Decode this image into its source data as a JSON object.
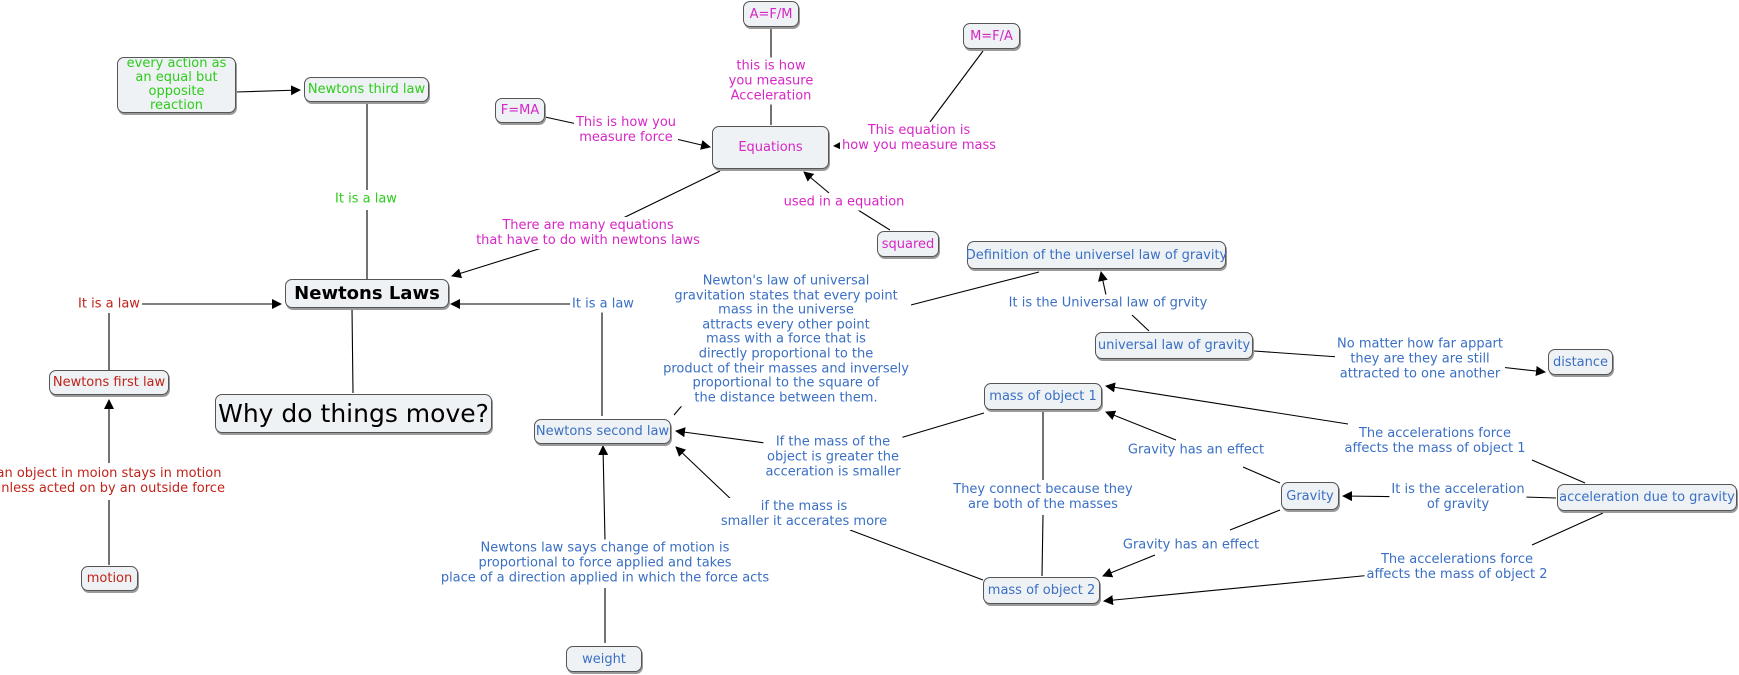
{
  "nodes": {
    "newtons_laws": "Newtons Laws",
    "why_things_move": "Why do things move?",
    "newtons_third_law": "Newtons third law",
    "every_action": "every action as\nan equal but\nopposite reaction",
    "newtons_first_law": "Newtons first law",
    "motion": "motion",
    "newtons_second_law": "Newtons second law",
    "weight": "weight",
    "equations": "Equations",
    "a_fm": "A=F/M",
    "m_fa": "M=F/A",
    "f_ma": "F=MA",
    "squared": "squared",
    "definition_gravity": "Definition of the universel law of gravity",
    "universal_gravity": "universal law of gravity",
    "distance": "distance",
    "mass_object_1": "mass of object 1",
    "mass_object_2": "mass of object 2",
    "gravity": "Gravity",
    "acceleration_gravity": "acceleration due to gravity"
  },
  "labels": {
    "third_is_law": "It is a law",
    "first_is_law": "It is a law",
    "second_is_law": "It is a law",
    "inertia": "an object in moion stays in motion\nunless acted on by an outside force",
    "many_equations": "There are many equations\nthat have to do with newtons laws",
    "measure_accel": "this is how\nyou measure\nAcceleration",
    "measure_force": "This is how you\nmeasure force",
    "measure_mass": "This equation is\nhow you measure mass",
    "used_in_equation": "used in a equation",
    "newton_universal_text": "Newton's law of universal\ngravitation states that every point\nmass in the universe\nattracts every other point\nmass with a force that is\ndirectly proportional to the\nproduct of their masses and inversely\nproportional to the square of\nthe distance between them.",
    "universal_law_grvity": "It is the Universal law of grvity",
    "no_matter_far": "No matter how far appart\nthey are they are still\nattracted to one another",
    "mass_greater": "If the mass of the\nobject is greater the\nacceration is smaller",
    "mass_smaller": "if the mass is\nsmaller it accerates more",
    "second_law_says": "Newtons law says change of motion is\nproportional to force applied and takes\nplace of a direction applied in which the force acts",
    "connect_masses": "They connect because they\nare both of the masses",
    "gravity_effect_1": "Gravity has an effect",
    "gravity_effect_2": "Gravity has an effect",
    "accel_of_gravity": "It is the acceleration\nof gravity",
    "accel_affects_1": "The accelerations force\naffects the mass of object 1",
    "accel_affects_2": "The accelerations force\naffects the mass of object 2"
  },
  "colors": {
    "blue": "#3a6fc4",
    "red": "#c0231a",
    "green": "#2ecc1b",
    "magenta": "#d627c6",
    "node_fill": "#eef2f4"
  }
}
